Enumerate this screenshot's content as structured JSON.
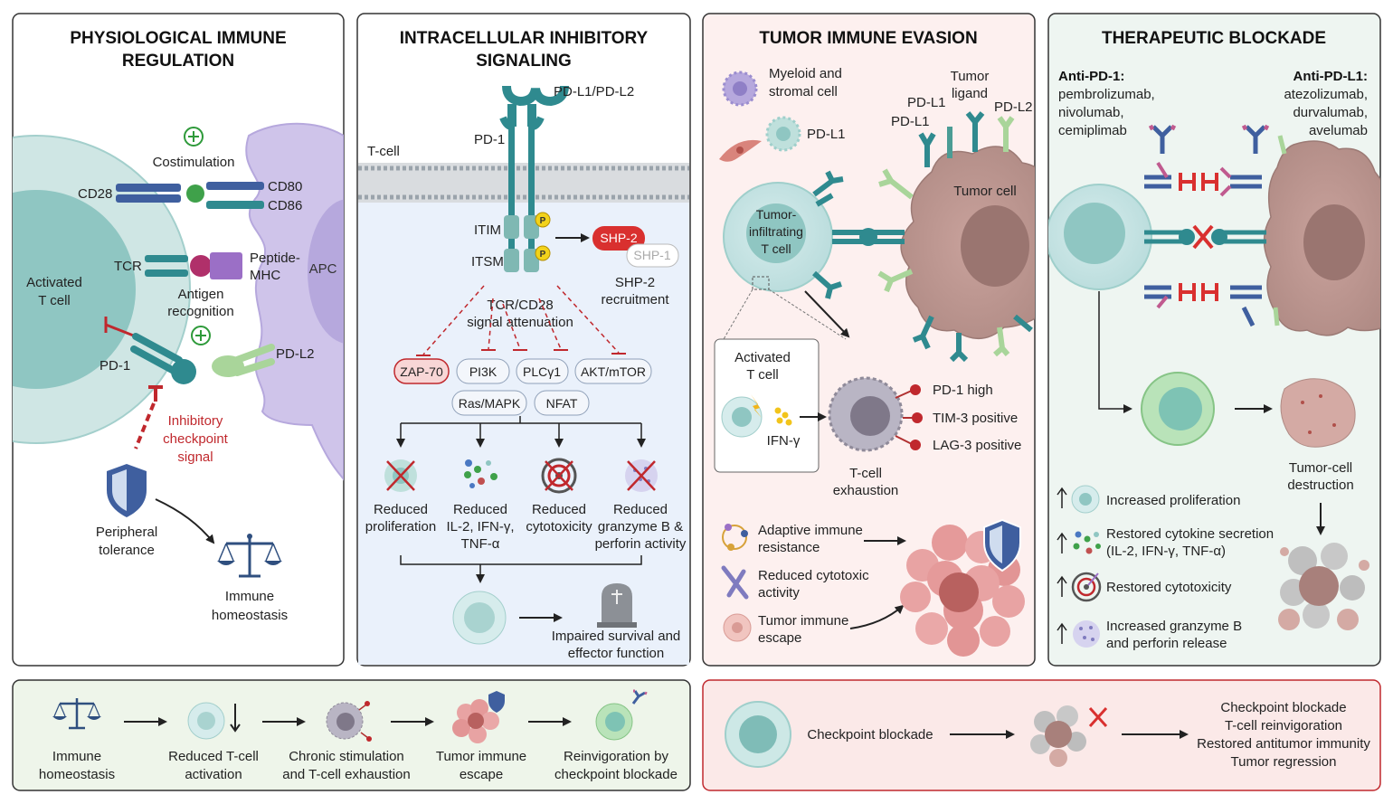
{
  "panel1": {
    "title_l1": "PHYSIOLOGICAL IMMUNE",
    "title_l2": "REGULATION",
    "costim": "Costimulation",
    "cd28": "CD28",
    "cd80": "CD80",
    "cd86": "CD86",
    "tcr": "TCR",
    "pmhc_l1": "Peptide-",
    "pmhc_l2": "MHC",
    "apc": "APC",
    "activated_l1": "Activated",
    "activated_l2": "T cell",
    "antigen_l1": "Antigen",
    "antigen_l2": "recognition",
    "pd1": "PD-1",
    "pdl2": "PD-L2",
    "inhib_l1": "Inhibitory",
    "inhib_l2": "checkpoint",
    "inhib_l3": "signal",
    "periph_l1": "Peripheral",
    "periph_l2": "tolerance",
    "homeo_l1": "Immune",
    "homeo_l2": "homeostasis"
  },
  "panel2": {
    "title_l1": "INTRACELLULAR INHIBITORY",
    "title_l2": "SIGNALING",
    "pdl": "PD-L1/PD-L2",
    "pd1": "PD-1",
    "tcell": "T-cell",
    "itim": "ITIM",
    "itsm": "ITSM",
    "p": "P",
    "shp2": "SHP-2",
    "shp1": "SHP-1",
    "shp2rec_l1": "SHP-2",
    "shp2rec_l2": "recruitment",
    "atten_l1": "TCR/CD28",
    "atten_l2": "signal attenuation",
    "targets": [
      "ZAP-70",
      "PI3K",
      "PLCγ1",
      "AKT/mTOR",
      "Ras/MAPK",
      "NFAT"
    ],
    "out1_l1": "Reduced",
    "out1_l2": "proliferation",
    "out2_l1": "Reduced",
    "out2_l2": "IL-2, IFN-γ,",
    "out2_l3": "TNF-α",
    "out3_l1": "Reduced",
    "out3_l2": "cytotoxicity",
    "out4_l1": "Reduced",
    "out4_l2": "granzyme B &",
    "out4_l3": "perforin activity",
    "impaired_l1": "Impaired survival and",
    "impaired_l2": "effector function"
  },
  "panel3": {
    "title": "TUMOR IMMUNE EVASION",
    "myeloid_l1": "Myeloid and",
    "myeloid_l2": "stromal cell",
    "pdl1": "PD-L1",
    "tlig_l1": "Tumor",
    "tlig_l2": "ligand",
    "pdl2": "PD-L2",
    "tumor": "Tumor cell",
    "til_l1": "Tumor-",
    "til_l2": "infiltrating",
    "til_l3": "T cell",
    "act_l1": "Activated",
    "act_l2": "T cell",
    "ifng": "IFN-γ",
    "exh_l1": "T-cell",
    "exh_l2": "exhaustion",
    "markers": [
      "PD-1 high",
      "TIM-3 positive",
      "LAG-3 positive"
    ],
    "adapt_l1": "Adaptive immune",
    "adapt_l2": "resistance",
    "redcyt_l1": "Reduced cytotoxic",
    "redcyt_l2": "activity",
    "escape_l1": "Tumor immune",
    "escape_l2": "escape"
  },
  "panel4": {
    "title": "THERAPEUTIC BLOCKADE",
    "antipd1": "Anti-PD-1:",
    "antipd1_drugs": [
      "pembrolizumab,",
      "nivolumab,",
      "cemiplimab"
    ],
    "antipdl1": "Anti-PD-L1:",
    "antipdl1_drugs": [
      "atezolizumab,",
      "durvalumab,",
      "avelumab"
    ],
    "destruction_l1": "Tumor-cell",
    "destruction_l2": "destruction",
    "effect1": "Increased proliferation",
    "effect2_l1": "Restored cytokine secretion",
    "effect2_l2": "(IL-2, IFN-γ, TNF-α)",
    "effect3": "Restored cytotoxicity",
    "effect4_l1": "Increased granzyme B",
    "effect4_l2": "and perforin release"
  },
  "bottom_left": {
    "steps": [
      {
        "l1": "Immune",
        "l2": "homeostasis"
      },
      {
        "l1": "Reduced T-cell",
        "l2": "activation"
      },
      {
        "l1": "Chronic stimulation",
        "l2": "and T-cell exhaustion"
      },
      {
        "l1": "Tumor immune",
        "l2": "escape"
      },
      {
        "l1": "Reinvigoration by",
        "l2": "checkpoint blockade"
      }
    ]
  },
  "bottom_right": {
    "label": "Checkpoint blockade",
    "outcomes": [
      "Checkpoint blockade",
      "T-cell reinvigoration",
      "Restored antitumor immunity",
      "Tumor regression"
    ]
  },
  "colors": {
    "teal": "#2f8a8f",
    "blue": "#3f5f9f",
    "purple": "#b6a8dd",
    "red": "#c0282d",
    "panel3_bg": "#fdf0ef",
    "panel2_bg": "#eaf1fb",
    "panel4_bg": "#eef5f1"
  }
}
